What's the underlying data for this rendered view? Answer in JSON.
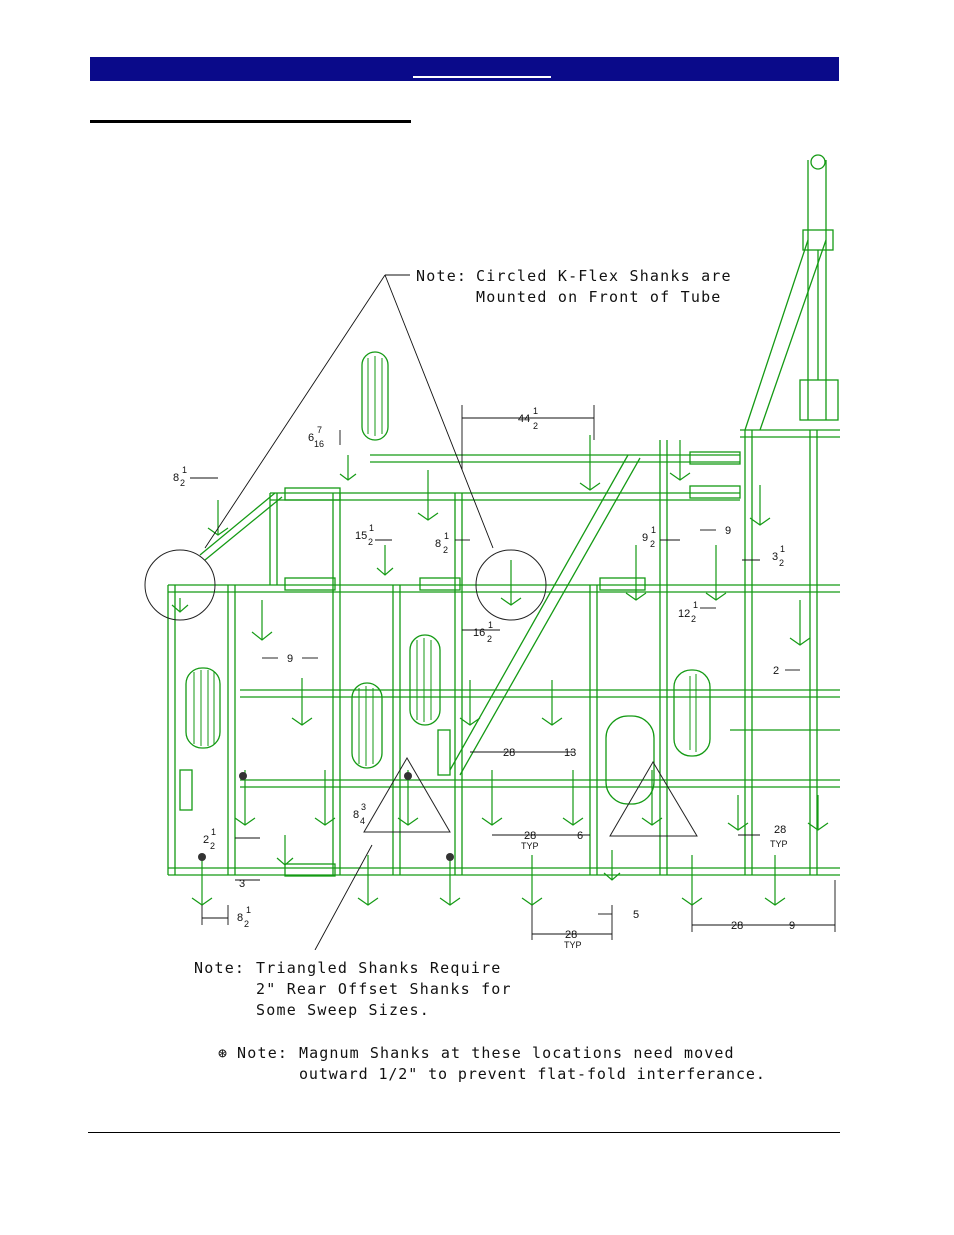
{
  "colors": {
    "header": "#0a0a8a",
    "drawing": "#149a14",
    "text": "#111111"
  },
  "notes": {
    "circled_label": "Note:",
    "circled_line1": "Circled K-Flex Shanks are",
    "circled_line2": "Mounted on Front of Tube",
    "triangled_label": "Note:",
    "triangled_line1": "Triangled Shanks Require",
    "triangled_line2": "2\" Rear Offset Shanks for",
    "triangled_line3": "Some Sweep Sizes.",
    "magnum_symbol": "⊛",
    "magnum_label": "Note:",
    "magnum_line1": "Magnum Shanks at these locations need moved",
    "magnum_line2": "outward 1/2\" to prevent flat-fold interferance."
  },
  "dimensions": {
    "d44": {
      "whole": "44",
      "num": "1",
      "den": "2"
    },
    "d6": {
      "whole": "6",
      "num": "7",
      "den": "16"
    },
    "d8a": {
      "whole": "8",
      "num": "1",
      "den": "2"
    },
    "d15": {
      "whole": "15",
      "num": "1",
      "den": "2"
    },
    "d8b": {
      "whole": "8",
      "num": "1",
      "den": "2"
    },
    "d9a": {
      "whole": "9",
      "num": "1",
      "den": "2"
    },
    "d9b": "9",
    "d3a": {
      "whole": "3",
      "num": "1",
      "den": "2"
    },
    "d12": {
      "whole": "12",
      "num": "1",
      "den": "2"
    },
    "d16": {
      "whole": "16",
      "num": "1",
      "den": "2"
    },
    "d9c": "9",
    "d2": "2",
    "d28a": "28",
    "d13": "13",
    "d8c": {
      "whole": "8",
      "num": "3",
      "den": "4"
    },
    "d28b": "28",
    "typ_a": "TYP",
    "d6b": "6",
    "d28c": "28",
    "typ_c": "TYP",
    "d2b": {
      "whole": "2",
      "num": "1",
      "den": "2"
    },
    "d3b": "3",
    "d8d": {
      "whole": "8",
      "num": "1",
      "den": "2"
    },
    "d5": "5",
    "d28d": "28",
    "typ_d": "TYP",
    "d28e": "28",
    "d9d": "9"
  }
}
